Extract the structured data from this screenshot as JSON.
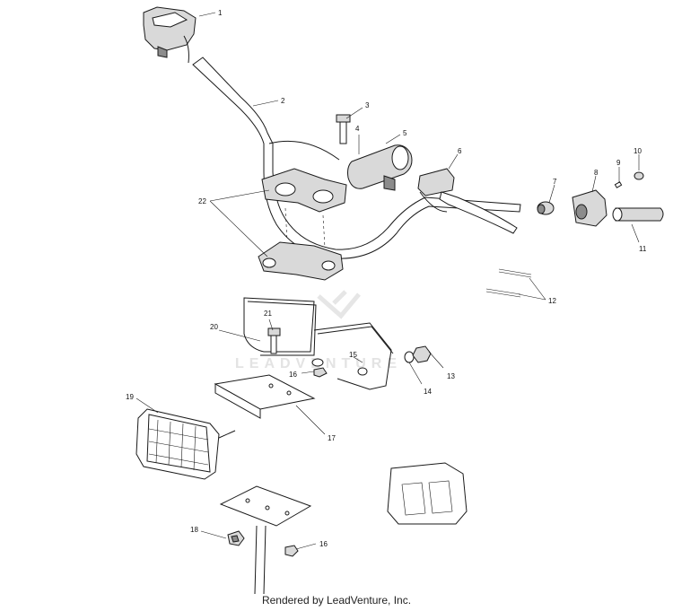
{
  "callouts": [
    "1",
    "2",
    "3",
    "4",
    "5",
    "6",
    "7",
    "8",
    "9",
    "10",
    "11",
    "12",
    "13",
    "14",
    "15",
    "16",
    "17",
    "18",
    "19",
    "20",
    "21",
    "22",
    "16"
  ],
  "watermark": "LEADVENTURE",
  "footer": "Rendered by LeadVenture, Inc."
}
